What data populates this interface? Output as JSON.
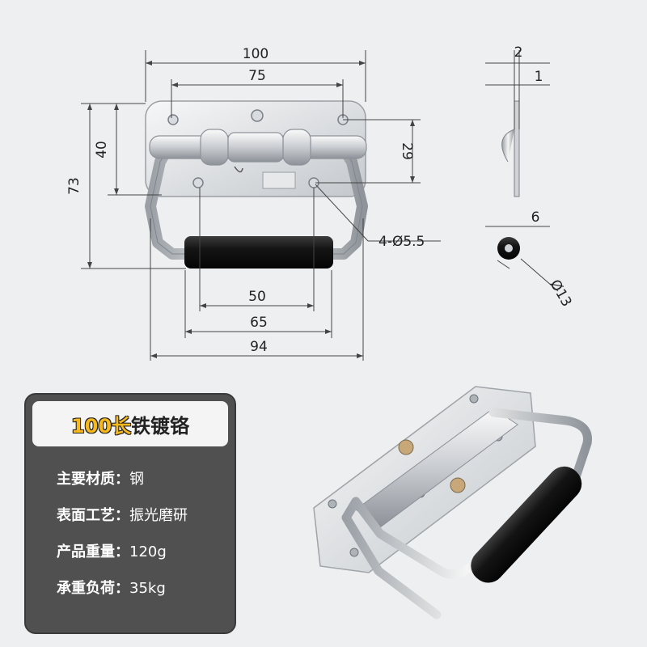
{
  "drawing": {
    "front": {
      "dim_overall_width": "100",
      "dim_hole_spacing_top": "75",
      "dim_height_left": "40",
      "dim_total_height": "73",
      "dim_hole_spacing_vertical": "29",
      "dim_hole_callout": "4-Ø5.5",
      "dim_grip_length": "50",
      "dim_inner_width": "65",
      "dim_handle_width": "94"
    },
    "side": {
      "dim_plate_thickness": "2",
      "dim_offset": "1",
      "dim_depth": "6",
      "dim_grip_diameter": "Ø13"
    }
  },
  "panel": {
    "title_length": "100长",
    "title_material": "铁镀铬",
    "specs": [
      {
        "label": "主要材质：",
        "value": "钢"
      },
      {
        "label": "表面工艺：",
        "value": "振光磨研"
      },
      {
        "label": "产品重量：",
        "value": "120g"
      },
      {
        "label": "承重负荷：",
        "value": "35kg"
      }
    ]
  },
  "colors": {
    "background": "#eeeff1",
    "panel_bg": "#505050",
    "title_accent": "#f6b81a",
    "grip": "#1a1a1a"
  }
}
